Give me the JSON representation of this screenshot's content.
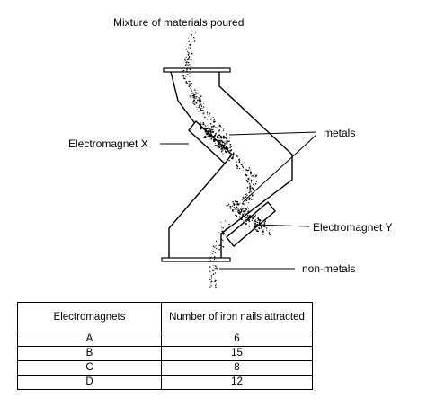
{
  "labels": {
    "mixture": "Mixture of materials poured",
    "metals": "metals",
    "electromagnet_x": "Electromagnet X",
    "electromagnet_y": "Electromagnet Y",
    "non_metals": "non-metals"
  },
  "table": {
    "headers": [
      "Electromagnets",
      "Number of iron nails attracted"
    ],
    "rows": [
      [
        "A",
        "6"
      ],
      [
        "B",
        "15"
      ],
      [
        "C",
        "8"
      ],
      [
        "D",
        "12"
      ]
    ]
  }
}
